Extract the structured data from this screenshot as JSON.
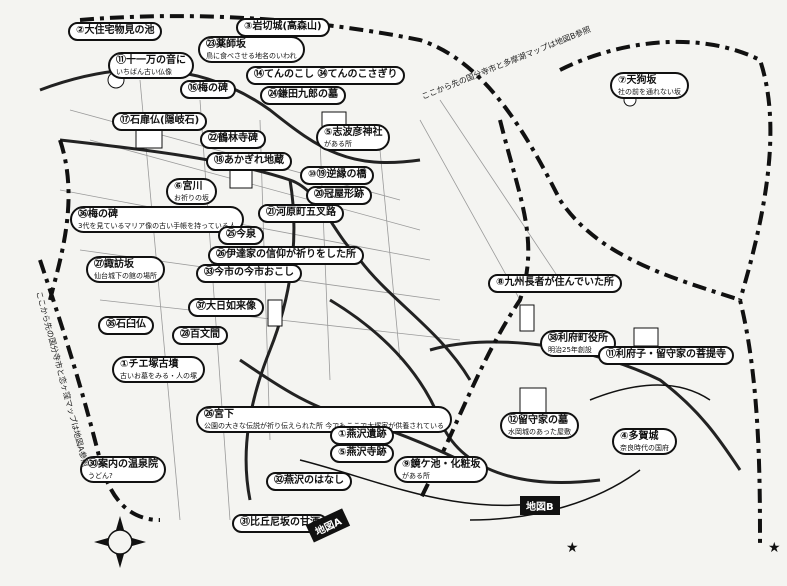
{
  "sheet_marker_a": "地図A",
  "sheet_marker_b": "地図B",
  "notes": {
    "top_right": "ここから先の国分寺市と多摩湖マップは地図B参照",
    "left_vertical": "ここから先の国分寺市と恋ヶ窪マップは地図A参照"
  },
  "places": [
    {
      "id": "p2",
      "label": "②大住宅物見の池",
      "sub": ""
    },
    {
      "id": "p23",
      "label": "㉓薬師坂",
      "sub": "鳥に食べさせる地名のいわれ"
    },
    {
      "id": "p3",
      "label": "③岩切城(高森山)",
      "sub": ""
    },
    {
      "id": "p11",
      "label": "⑪十一万の音に",
      "sub": "いちばん古い仏像"
    },
    {
      "id": "p14",
      "label": "⑭てんのこし ㉞てんのこさぎり",
      "sub": ""
    },
    {
      "id": "p16",
      "label": "⑯梅の碑",
      "sub": ""
    },
    {
      "id": "p24",
      "label": "㉔鎌田九郎の墓",
      "sub": ""
    },
    {
      "id": "p17",
      "label": "⑰石扉仏(隠岐石)",
      "sub": ""
    },
    {
      "id": "p5",
      "label": "⑤志波彦神社",
      "sub": "がある所"
    },
    {
      "id": "p22",
      "label": "㉒鶴林寺碑",
      "sub": ""
    },
    {
      "id": "p18",
      "label": "⑱あかぎれ地蔵",
      "sub": ""
    },
    {
      "id": "p19",
      "label": "⑩⑲逆縁の橋",
      "sub": ""
    },
    {
      "id": "p6",
      "label": "⑥宮川",
      "sub": "お祈りの坂"
    },
    {
      "id": "p20",
      "label": "⑳冠屋形跡",
      "sub": ""
    },
    {
      "id": "p21",
      "label": "㉑河原町五叉路",
      "sub": ""
    },
    {
      "id": "p36",
      "label": "㊱梅の碑",
      "sub": "3代を見ているマリア像の古い手帳を持っている人"
    },
    {
      "id": "p25",
      "label": "㉕今泉",
      "sub": ""
    },
    {
      "id": "p26",
      "label": "㉖伊達家の信仰が祈りをした所",
      "sub": ""
    },
    {
      "id": "p27",
      "label": "㉗諏訪坂",
      "sub": "仙台城下の館の場所"
    },
    {
      "id": "p33",
      "label": "㉝今市の今市おこし",
      "sub": ""
    },
    {
      "id": "p8",
      "label": "⑧九州長者が住んでいた所",
      "sub": ""
    },
    {
      "id": "p37",
      "label": "㊲大日如来像",
      "sub": ""
    },
    {
      "id": "p35",
      "label": "㉟石臼仏",
      "sub": ""
    },
    {
      "id": "p28",
      "label": "㉘百文間",
      "sub": ""
    },
    {
      "id": "p7",
      "label": "⑦天狗坂",
      "sub": "社の前を通れない坂"
    },
    {
      "id": "p38",
      "label": "㊳利府町役所",
      "sub": "明治25年創設"
    },
    {
      "id": "p1",
      "label": "①チエ塚古墳",
      "sub": "古いお墓をみる・人の塚"
    },
    {
      "id": "p29",
      "label": "⑪利府子・留守家の菩提寺",
      "sub": ""
    },
    {
      "id": "p12",
      "label": "⑫留守家の墓",
      "sub": "水岡城のあった屋敷"
    },
    {
      "id": "p26b",
      "label": "㉖宮下",
      "sub": "公園の大きな伝説が祈り伝えられた所 今でもここで大塚家が供養されている"
    },
    {
      "id": "p13",
      "label": "①燕沢遺跡",
      "sub": ""
    },
    {
      "id": "p15",
      "label": "⑤燕沢寺跡",
      "sub": ""
    },
    {
      "id": "p4",
      "label": "④多賀城",
      "sub": "奈良時代の国府"
    },
    {
      "id": "p9",
      "label": "⑨鏡ケ池・化粧坂",
      "sub": "がある所"
    },
    {
      "id": "p30",
      "label": "㉚案内の温泉院",
      "sub": "うどん?"
    },
    {
      "id": "p32",
      "label": "㉜燕沢のはなし",
      "sub": ""
    },
    {
      "id": "p31",
      "label": "㉛比丘尼坂の甘酒",
      "sub": ""
    }
  ]
}
